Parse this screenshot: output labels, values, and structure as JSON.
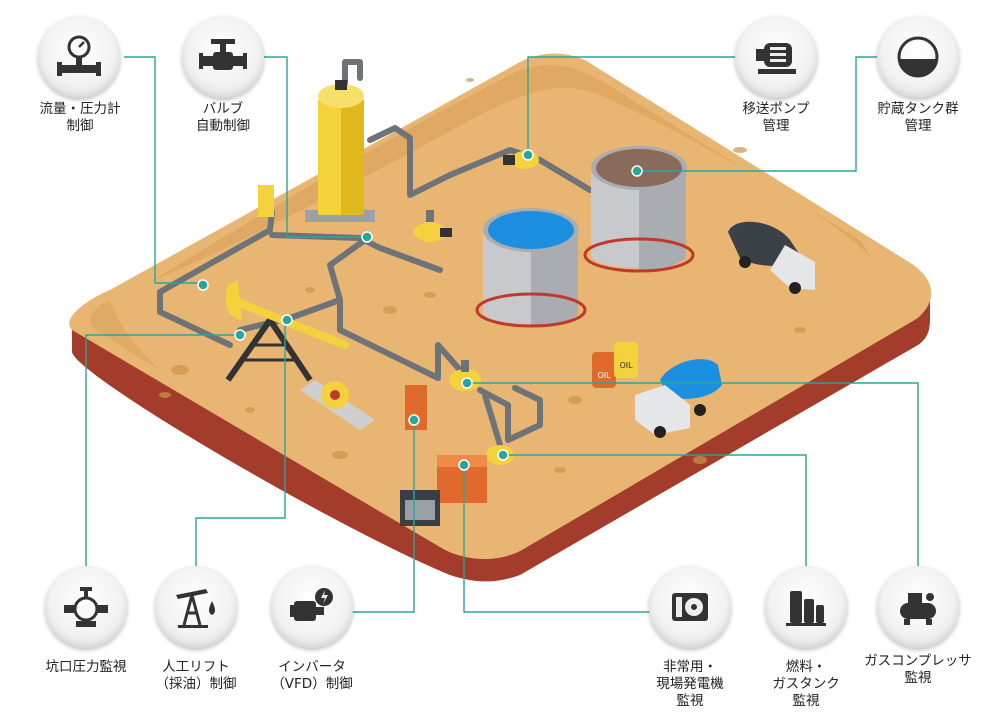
{
  "colors": {
    "line": "#2aa59a",
    "pipe": "#6e7378",
    "ground": "#e8b672",
    "base": "#a33c2a",
    "tank_water": "#1d8fe0",
    "tank_oil": "#8a6a5a"
  },
  "top_nodes": [
    {
      "id": "flow",
      "icon": "pressure-gauge-icon",
      "lines": [
        "流量・圧力計",
        "制御"
      ]
    },
    {
      "id": "valve",
      "icon": "valve-icon",
      "lines": [
        "バルブ",
        "自動制御"
      ]
    },
    {
      "id": "pump",
      "icon": "transfer-pump-icon",
      "lines": [
        "移送ポンプ",
        "管理"
      ]
    },
    {
      "id": "tank",
      "icon": "storage-tank-icon",
      "lines": [
        "貯蔵タンク群",
        "管理"
      ]
    }
  ],
  "bottom_nodes": [
    {
      "id": "wellhead",
      "icon": "wellhead-icon",
      "lines": [
        "坑口圧力監視"
      ]
    },
    {
      "id": "lift",
      "icon": "pumpjack-icon",
      "lines": [
        "人工リフト",
        "（採油）制御"
      ]
    },
    {
      "id": "vfd",
      "icon": "inverter-motor-icon",
      "lines": [
        "インバータ",
        "（VFD）制御"
      ]
    },
    {
      "id": "generator",
      "icon": "generator-icon",
      "lines": [
        "非常用・",
        "現場発電機",
        "監視"
      ]
    },
    {
      "id": "fuel",
      "icon": "fuel-tank-icon",
      "lines": [
        "燃料・",
        "ガスタンク",
        "監視"
      ]
    },
    {
      "id": "compressor",
      "icon": "compressor-icon",
      "lines": [
        "ガスコンプレッサ",
        "監視"
      ]
    }
  ],
  "scene_text": {
    "barrel_label": "OIL"
  }
}
